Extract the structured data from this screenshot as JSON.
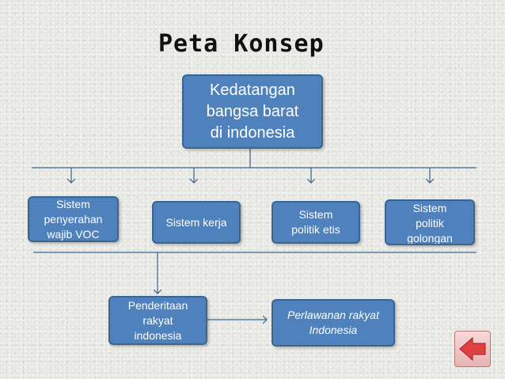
{
  "title": "Peta Konsep",
  "root": "Kedatangan\nbangsa  barat\ndi indonesia",
  "systems": [
    "Sistem\npenyerahan\nwajib VOC",
    "Sistem kerja",
    "Sistem\npolitik    etis",
    "Sistem\npolitik\ngolongan\nliberal"
  ],
  "effects": [
    "Penderitaan\nrakyat\nindonesia",
    "Perlawanan rakyat\nIndonesia"
  ],
  "colors": {
    "node_fill": "#4f81bd",
    "back_button": "#e04040"
  },
  "icons": {
    "back_button": "left-arrow-icon"
  }
}
